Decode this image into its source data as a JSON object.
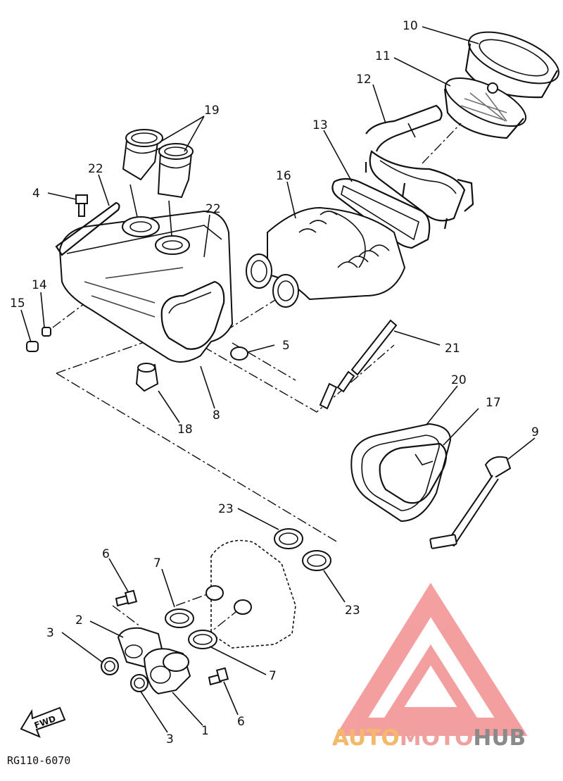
{
  "diagram": {
    "part_labels": {
      "p1": "1",
      "p2": "2",
      "p3a": "3",
      "p3b": "3",
      "p4": "4",
      "p5": "5",
      "p6a": "6",
      "p6b": "6",
      "p7a": "7",
      "p7b": "7",
      "p8": "8",
      "p9": "9",
      "p10": "10",
      "p11": "11",
      "p12": "12",
      "p13": "13",
      "p14": "14",
      "p15": "15",
      "p16": "16",
      "p17": "17",
      "p18": "18",
      "p19": "19",
      "p20": "20",
      "p21": "21",
      "p22a": "22",
      "p22b": "22",
      "p23a": "23",
      "p23b": "23"
    },
    "fwd_label": "FWD",
    "drawing_code": "RG110-6070"
  },
  "watermark": {
    "part1": "AUTO",
    "part2": "MOTO",
    "part3": "HUB",
    "logo_color": "#f08080"
  }
}
